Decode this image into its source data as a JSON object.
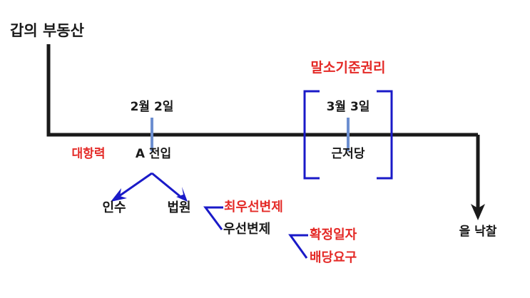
{
  "diagram": {
    "title": "갑의 부동산",
    "colors": {
      "black": "#1a1a1a",
      "red": "#e42a27",
      "blue_dark": "#1a1ac8",
      "blue_tick": "#6d8fd0"
    },
    "timeline": {
      "events": [
        {
          "date": "2월 2일",
          "name": "A 전입",
          "note": "대항력"
        },
        {
          "date": "3월 3일",
          "name": "근저당",
          "bracket_label": "말소기준권리"
        }
      ],
      "end_label": "을 낙찰"
    },
    "branches": {
      "from": "A 전입",
      "options": [
        {
          "label": "인수"
        },
        {
          "label": "법원"
        }
      ],
      "court_outcomes": [
        {
          "label": "최우선변제",
          "color": "red"
        },
        {
          "label": "우선변제",
          "color": "black"
        }
      ],
      "priority_conditions": [
        {
          "label": "확정일자",
          "color": "red"
        },
        {
          "label": "배당요구",
          "color": "red"
        }
      ]
    }
  }
}
